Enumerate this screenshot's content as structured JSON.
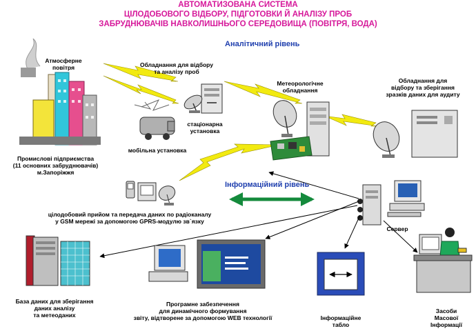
{
  "title": {
    "line1": "АВТОМАТИЗОВАНА СИСТЕМА",
    "line2": "ЦІЛОДОБОВОГО ВІДБОРУ, ПІДГОТОВКИ Й АНАЛІЗУ ПРОБ",
    "line3": "ЗАБРУДНЮВАЧІВ НАВКОЛИШНЬОГО СЕРЕДОВИЩА (ПОВІТРЯ, ВОДА)"
  },
  "levels": {
    "analytical": "Аналітичний рівень",
    "information": "Інформаційний рівень"
  },
  "labels": {
    "atmosphere": [
      "Атмосферне",
      "повітря"
    ],
    "industry": [
      "Промислові підприємства",
      "(11 основних забруднювачів)",
      "м.Запоріжжя"
    ],
    "sampling_equipment": [
      "Обладнання для відбору",
      "та аналізу проб"
    ],
    "stationary": [
      "стаціонарна",
      "установка"
    ],
    "mobile": [
      "мобільна установка"
    ],
    "meteo": [
      "Метеорологічне",
      "обладнання"
    ],
    "storage": [
      "Обладнання для",
      "відбору та зберігання",
      "зразків даних для аудиту"
    ],
    "gsm": [
      "цілодобовий прийом та передача даних по радіоканалу",
      "у GSM мережі за допомогою GPRS-модулю зв`язку"
    ],
    "server": [
      "Сервер"
    ],
    "database": [
      "База даних для зберігання",
      "даних аналізу",
      "та метеоданих"
    ],
    "software": [
      "Програмне забезпечення",
      "для динамічного формування",
      "звіту, відтворене за допомогою WEB технології"
    ],
    "board": [
      "Інформаційне",
      "табло"
    ],
    "media": [
      "Засоби",
      "Масової",
      "Інформації"
    ]
  },
  "colors": {
    "title": "#d6189a",
    "level": "#1f3fae",
    "lightning": "#f2ea10",
    "arrow": "#148a3c"
  },
  "icons": [
    "factory-icon",
    "smokestack-icon",
    "lightning-icon",
    "server-tower-icon",
    "mobile-station-icon",
    "satellite-dish-icon",
    "circuit-board-icon",
    "mobile-phone-icon",
    "computer-icon",
    "database-icon",
    "info-board-icon",
    "tv-presenter-icon"
  ]
}
